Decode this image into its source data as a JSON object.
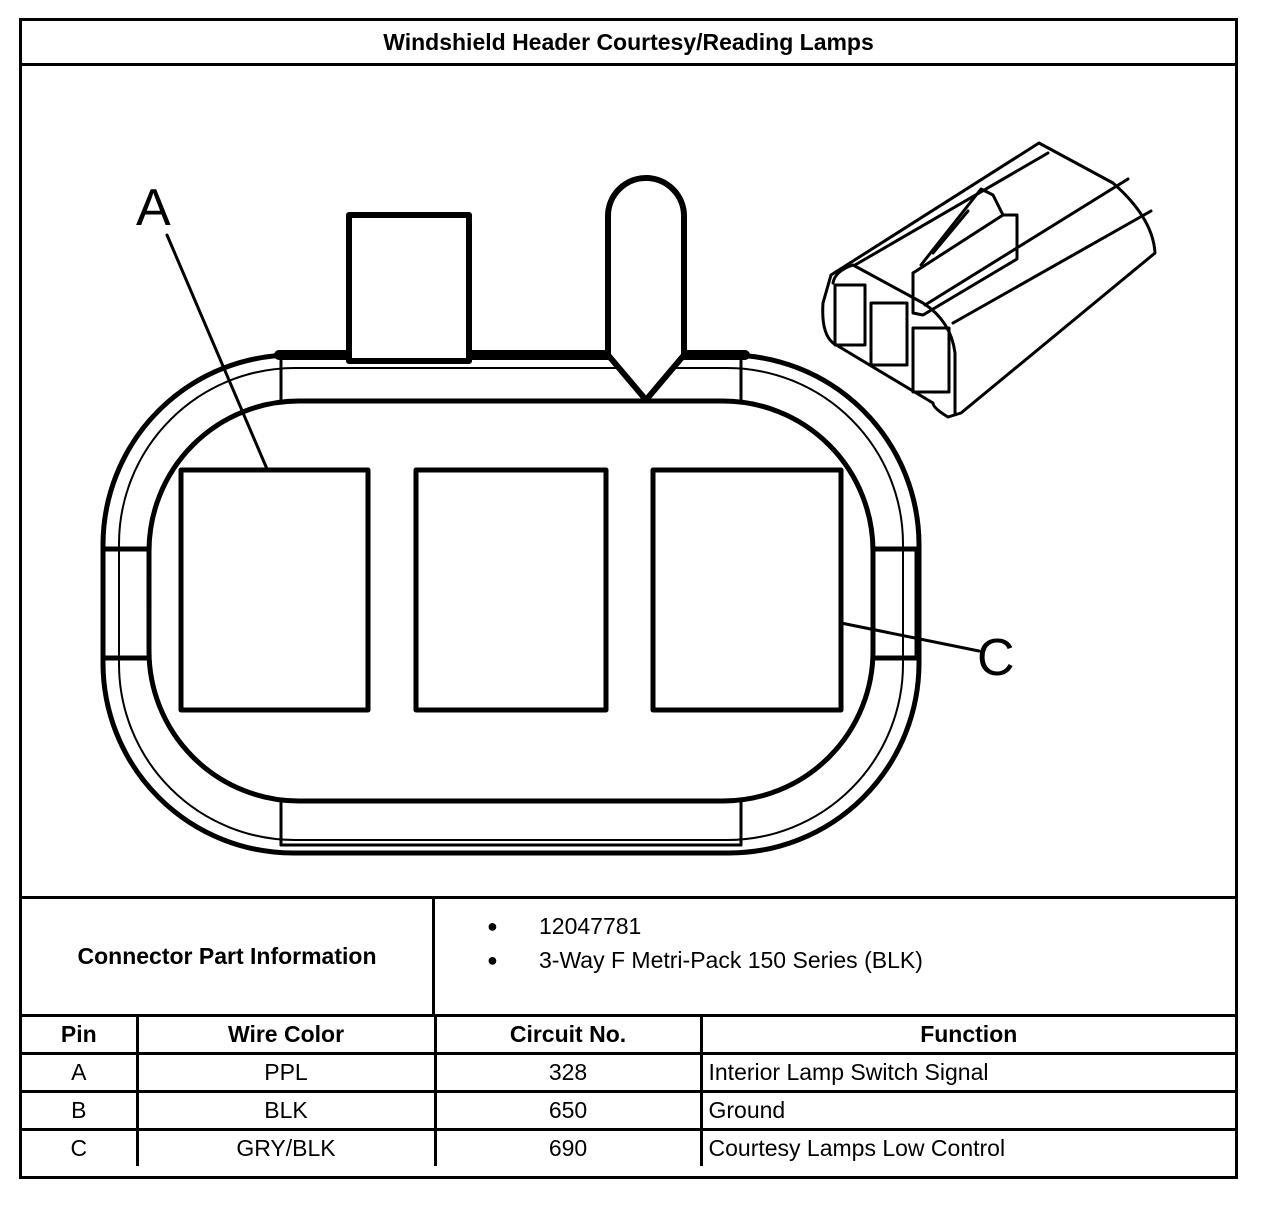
{
  "title": "Windshield Header Courtesy/Reading Lamps",
  "diagram": {
    "callouts": [
      {
        "id": "A",
        "label": "A"
      },
      {
        "id": "C",
        "label": "C"
      }
    ]
  },
  "connector_info": {
    "label": "Connector Part Information",
    "items": [
      "12047781",
      "3-Way F Metri-Pack 150 Series (BLK)"
    ]
  },
  "pin_table": {
    "headers": [
      "Pin",
      "Wire Color",
      "Circuit No.",
      "Function"
    ],
    "rows": [
      {
        "pin": "A",
        "wire_color": "PPL",
        "circuit": "328",
        "function": "Interior Lamp Switch Signal"
      },
      {
        "pin": "B",
        "wire_color": "BLK",
        "circuit": "650",
        "function": "Ground"
      },
      {
        "pin": "C",
        "wire_color": "GRY/BLK",
        "circuit": "690",
        "function": "Courtesy Lamps Low Control"
      }
    ]
  }
}
